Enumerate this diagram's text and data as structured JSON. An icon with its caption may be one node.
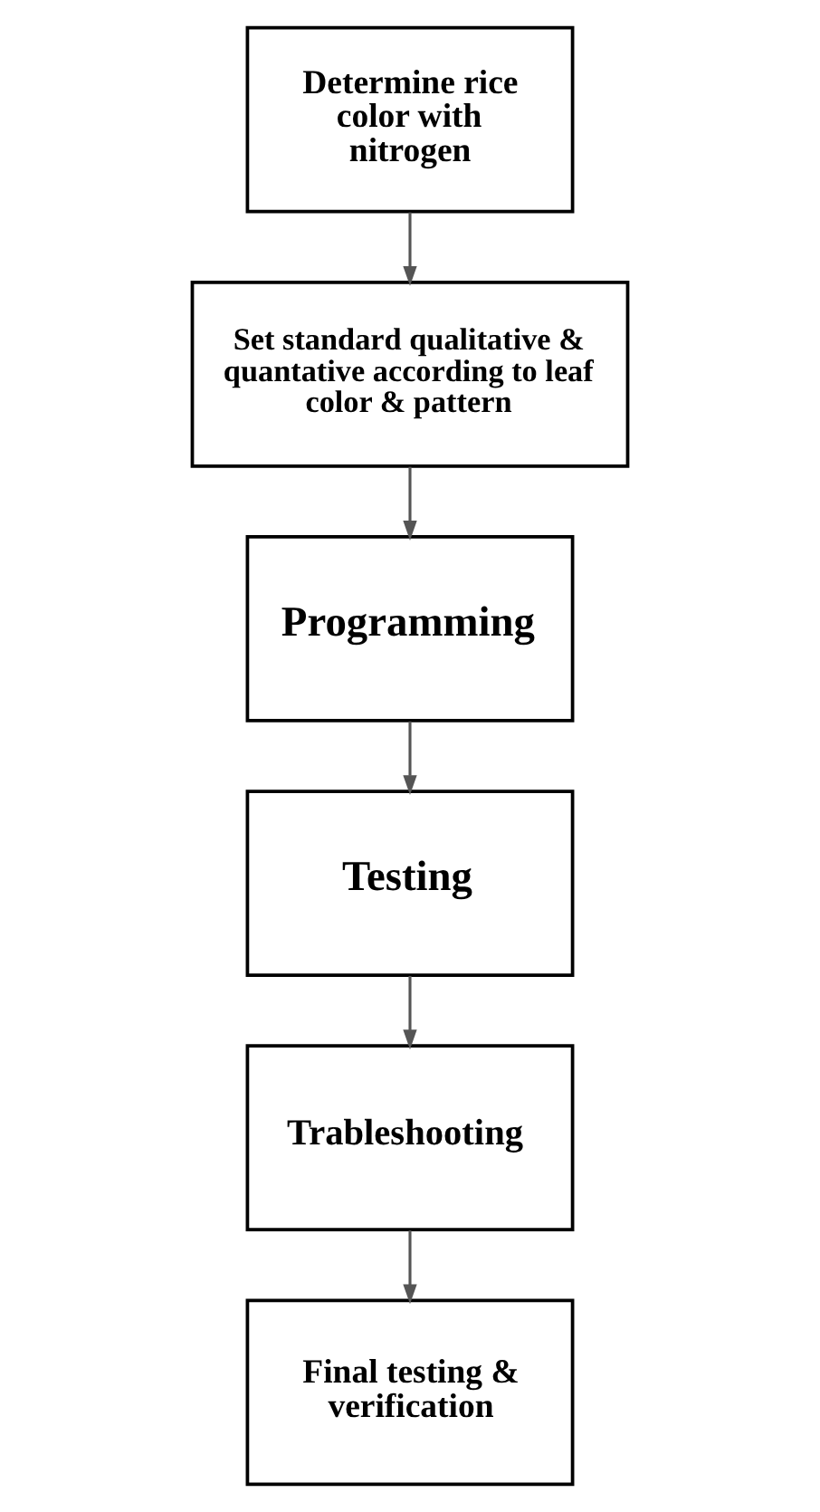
{
  "diagram": {
    "nodes": [
      {
        "text": [
          "Determine rice color with nitrogen"
        ]
      },
      {
        "text": [
          "Set standard qualitative & quantative according to leaf color & pattern"
        ]
      },
      {
        "text": [
          "Programming"
        ]
      },
      {
        "text": [
          "Testing"
        ]
      },
      {
        "text": [
          "Trableshooting"
        ]
      },
      {
        "text": [
          "Final testing & verification"
        ]
      }
    ],
    "edges": [
      {
        "from": 0,
        "to": 1,
        "arrow": "to"
      },
      {
        "from": 1,
        "to": 2,
        "arrow": "to"
      },
      {
        "from": 2,
        "to": 3,
        "arrow": "to"
      },
      {
        "from": 3,
        "to": 4,
        "arrow": "to"
      },
      {
        "from": 4,
        "to": 5,
        "arrow": "to"
      }
    ]
  }
}
